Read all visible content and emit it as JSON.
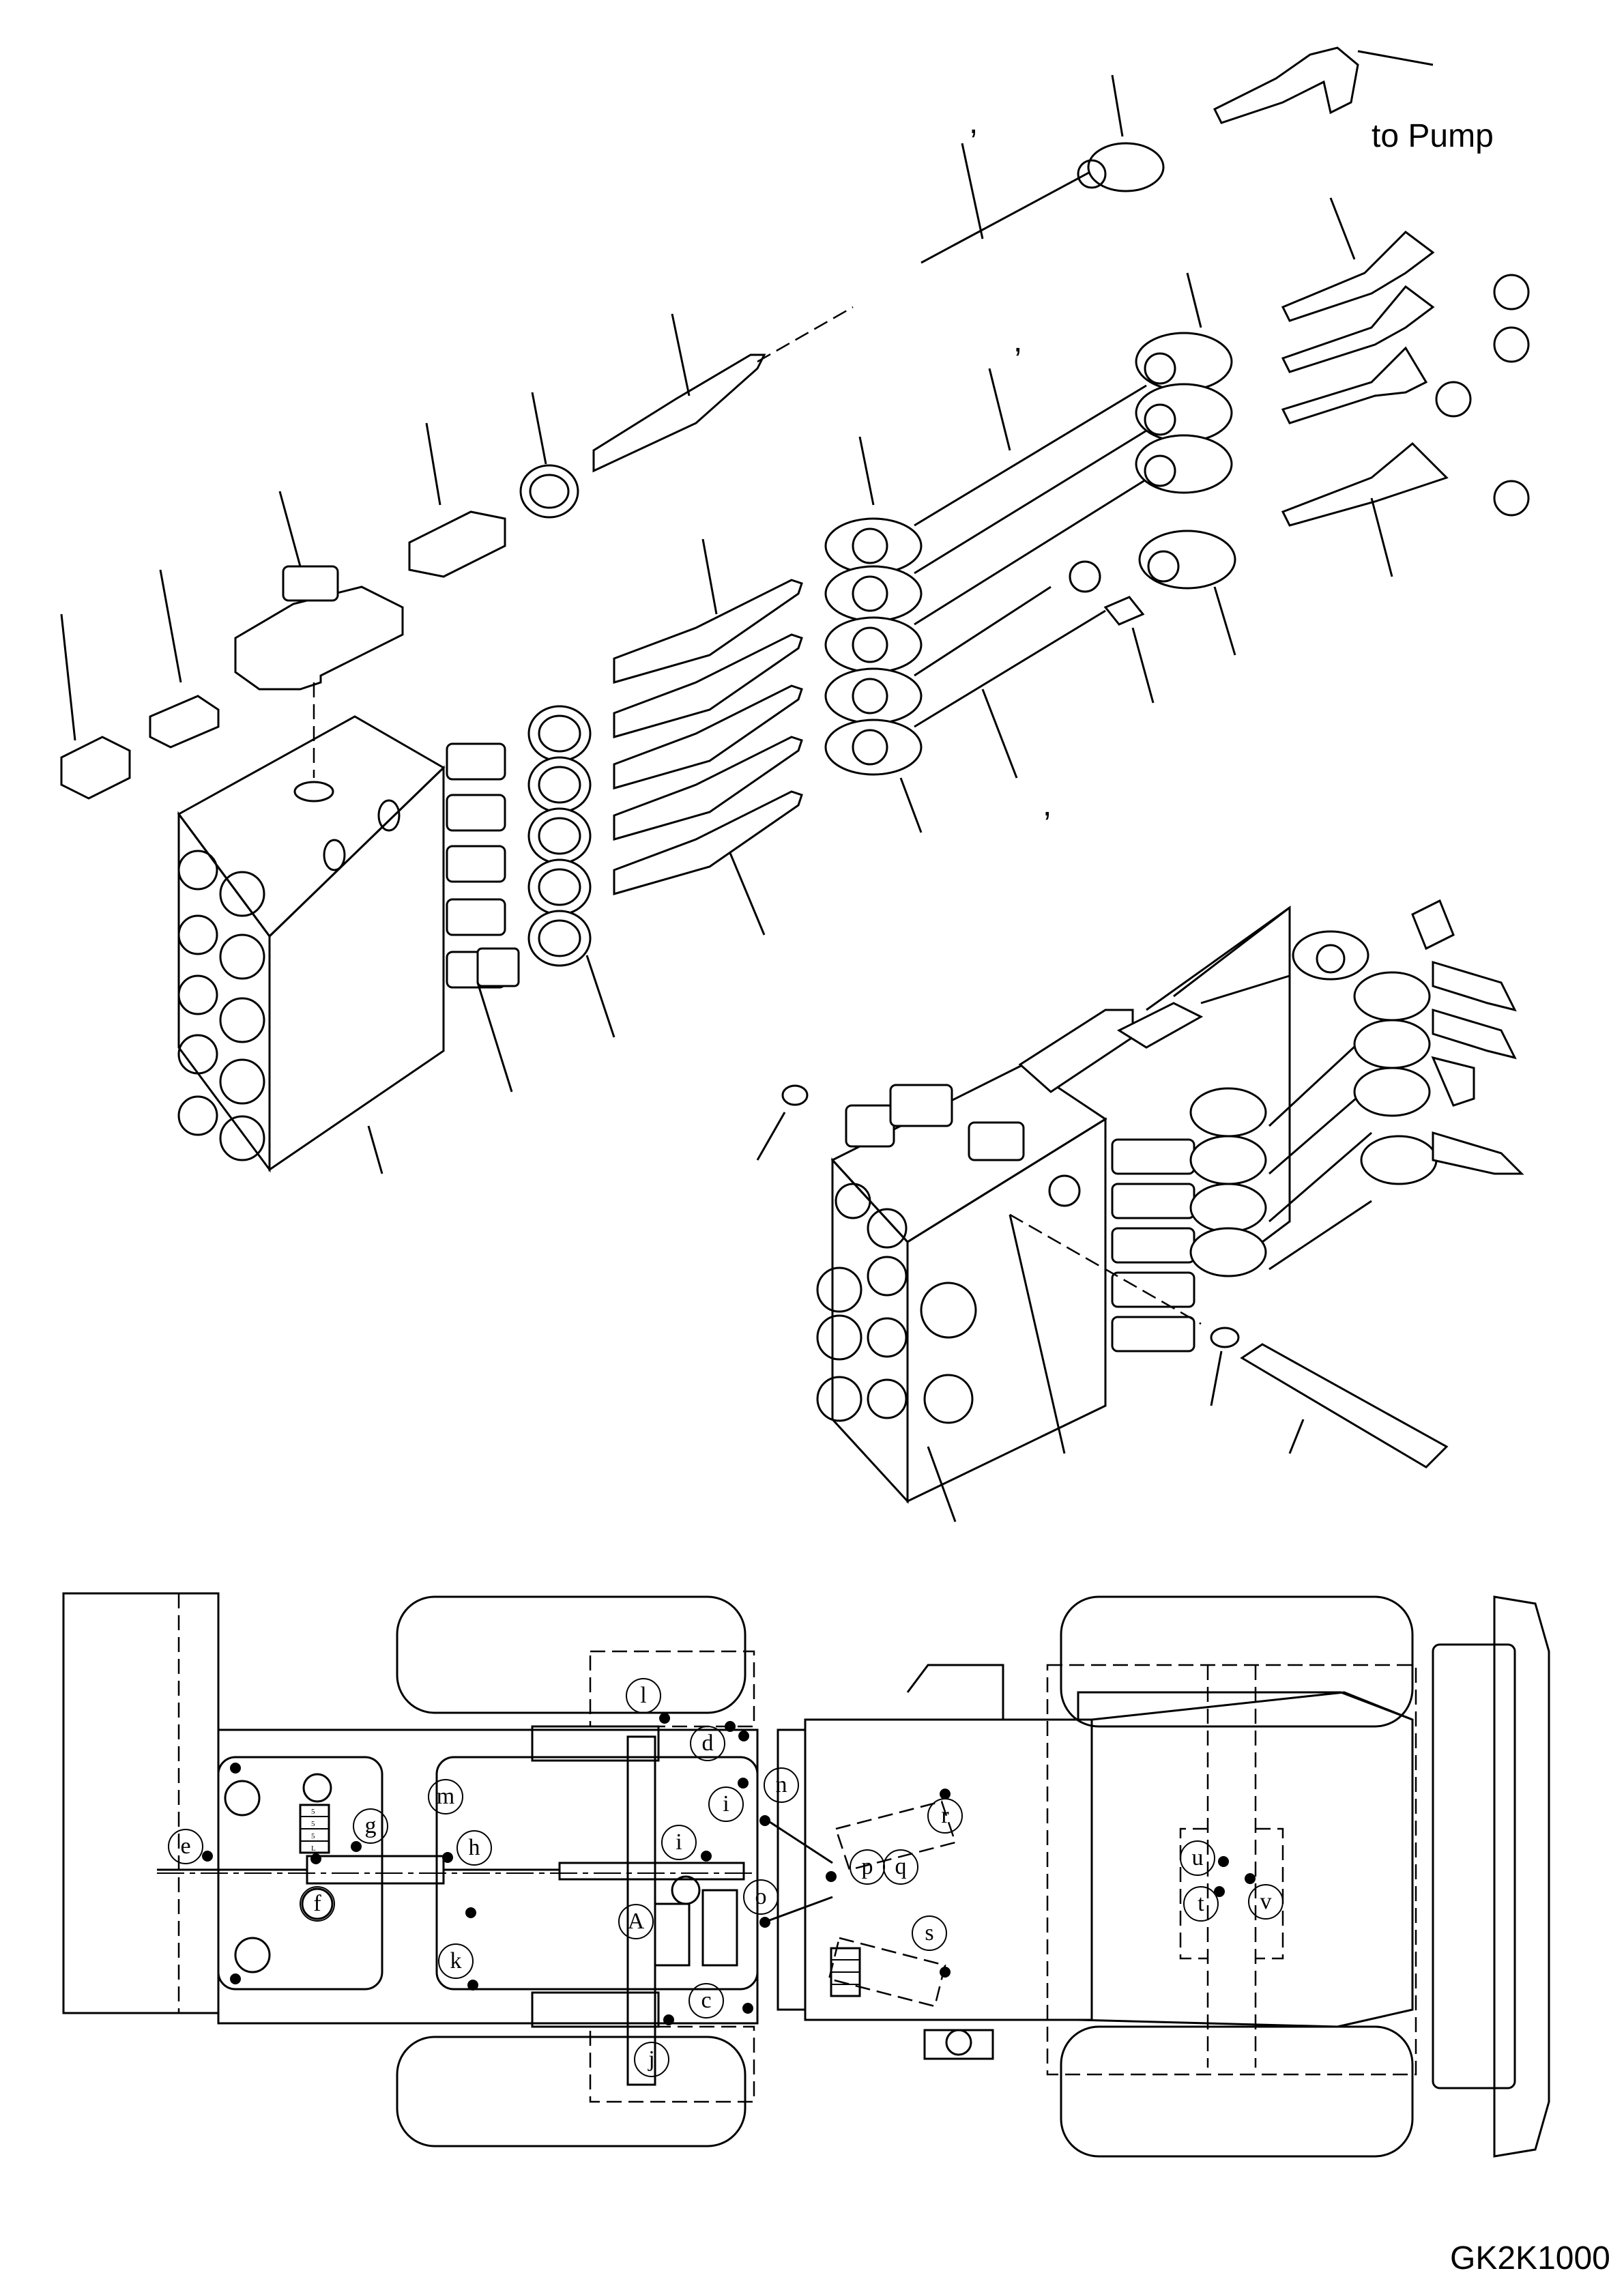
{
  "drawing": {
    "code": "GK2K1000",
    "pump_note": "to Pump",
    "commas": [
      ",",
      ",",
      ","
    ]
  },
  "layout_labels": {
    "A": "A",
    "c": "c",
    "d": "d",
    "e": "e",
    "f": "f",
    "g": "g",
    "h": "h",
    "i": "i",
    "j": "j",
    "k": "k",
    "l": "l",
    "m": "m",
    "n": "n",
    "o": "o",
    "p": "p",
    "q": "q",
    "r": "r",
    "s": "s",
    "t": "t",
    "u": "u",
    "v": "v"
  },
  "stack_text": [
    "5",
    "5",
    "5",
    "L"
  ]
}
